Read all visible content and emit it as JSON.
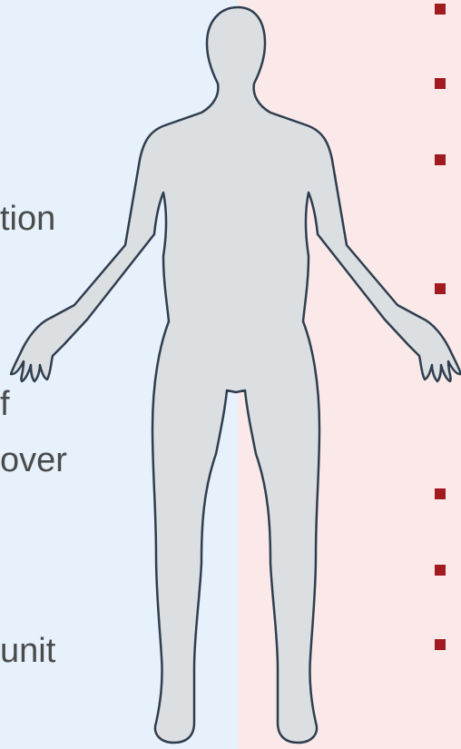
{
  "colors": {
    "left_panel": "#e6f1fb",
    "right_panel": "#fbe9e9",
    "figure_fill": "#dcdfe2",
    "figure_stroke": "#2f3e4f",
    "bullet": "#a01a1f",
    "text": "#4b4b4b"
  },
  "left_column": {
    "text_fragments": [
      "tion",
      "f",
      "over",
      "unit"
    ]
  },
  "right_column": {
    "bullet_count": 7
  },
  "figure": {
    "icon": "human-body-silhouette-icon"
  }
}
